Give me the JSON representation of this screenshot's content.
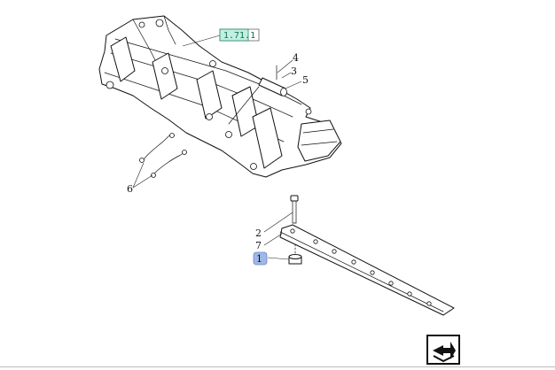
{
  "diagram": {
    "ref_box_label": "1.71.1",
    "callouts": {
      "c1": "1",
      "c2": "2",
      "c3": "3",
      "c4": "4",
      "c5": "5",
      "c6": "6",
      "c7": "7"
    },
    "highlight_color": "#9fb8e8",
    "ref_box_color": "#bff0e3"
  },
  "nav": {
    "next_icon": "next-page-icon"
  }
}
